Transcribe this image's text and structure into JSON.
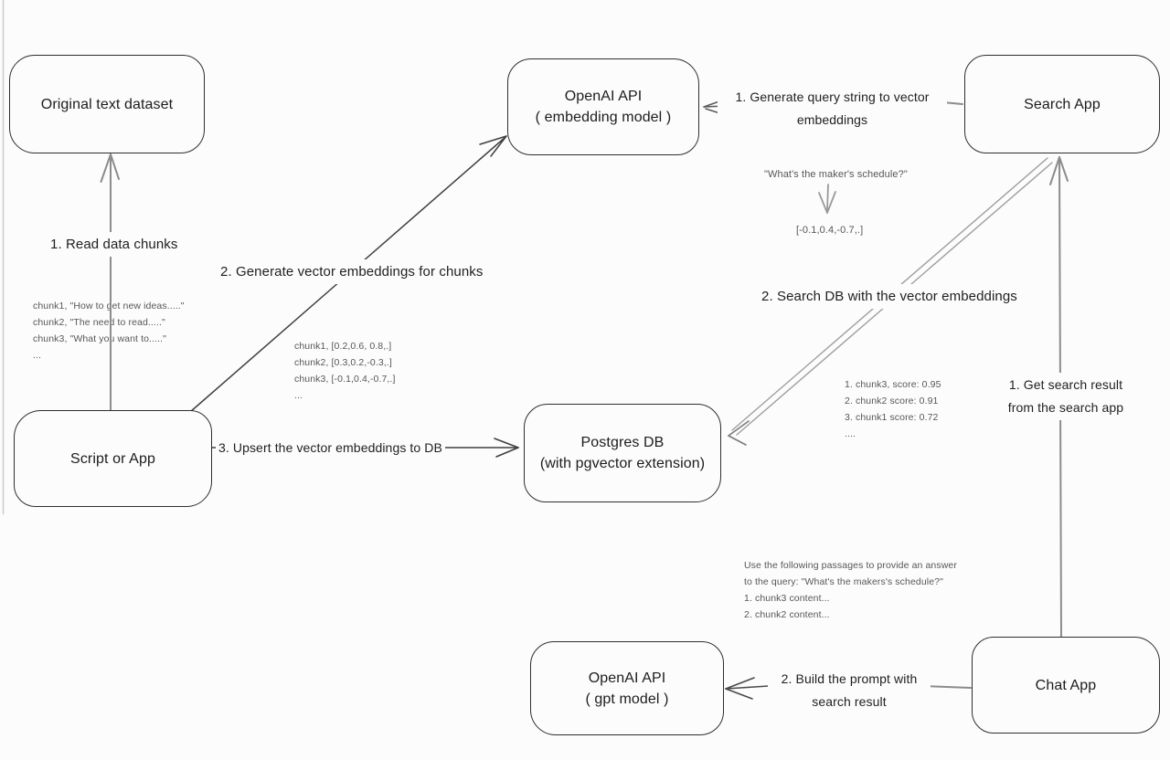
{
  "nodes": {
    "original_dataset": {
      "lines": [
        "Original text dataset"
      ]
    },
    "openai_embedding": {
      "lines": [
        "OpenAI API",
        "( embedding model )"
      ]
    },
    "search_app": {
      "lines": [
        "Search App"
      ]
    },
    "script_app": {
      "lines": [
        "Script or App"
      ]
    },
    "postgres_db": {
      "lines": [
        "Postgres DB",
        "(with pgvector extension)"
      ]
    },
    "openai_gpt": {
      "lines": [
        "OpenAI API",
        "( gpt model )"
      ]
    },
    "chat_app": {
      "lines": [
        "Chat App"
      ]
    }
  },
  "edge_labels": {
    "read_chunks": "1. Read data chunks",
    "generate_embeddings": "2. Generate vector embeddings for chunks",
    "upsert": "3. Upsert the vector embeddings  to DB",
    "generate_query": {
      "line1": "1. Generate query string to vector",
      "line2": "embeddings"
    },
    "search_db": "2. Search DB with the vector embeddings",
    "get_result": {
      "line1": "1. Get search result",
      "line2": "from the search app"
    },
    "build_prompt": {
      "line1": "2. Build the prompt with",
      "line2": "search result"
    }
  },
  "annotations": {
    "chunk_texts": [
      "chunk1, \"How to get new ideas.....\"",
      "chunk2, \"The need to read.....\"",
      "chunk3, \"What you want to.....\"",
      "..."
    ],
    "chunk_vectors": [
      "chunk1, [0.2,0.6, 0.8,.]",
      "chunk2, [0.3,0.2,-0.3,.]",
      "chunk3, [-0.1,0.4,-0.7,.]",
      "..."
    ],
    "query_string": "\"What's the maker's schedule?\"",
    "query_vector": "[-0.1,0.4,-0.7,.]",
    "search_scores": [
      "1. chunk3, score: 0.95",
      "2. chunk2 score: 0.91",
      "3. chunk1 score: 0.72",
      "...."
    ],
    "prompt_preview": [
      "Use the following passages to provide an answer",
      "to the query: \"What's the makers's schedule?\"",
      "1. chunk3 content...",
      "2. chunk2 content..."
    ]
  },
  "colors": {
    "background": "#fcfcfc",
    "box_stroke": "#2e2e2e",
    "label_text": "#1f1f1f",
    "annotation_text": "#575757",
    "arrow_gray": "#8c8c8c",
    "arrow_dark": "#3f3f3f"
  }
}
